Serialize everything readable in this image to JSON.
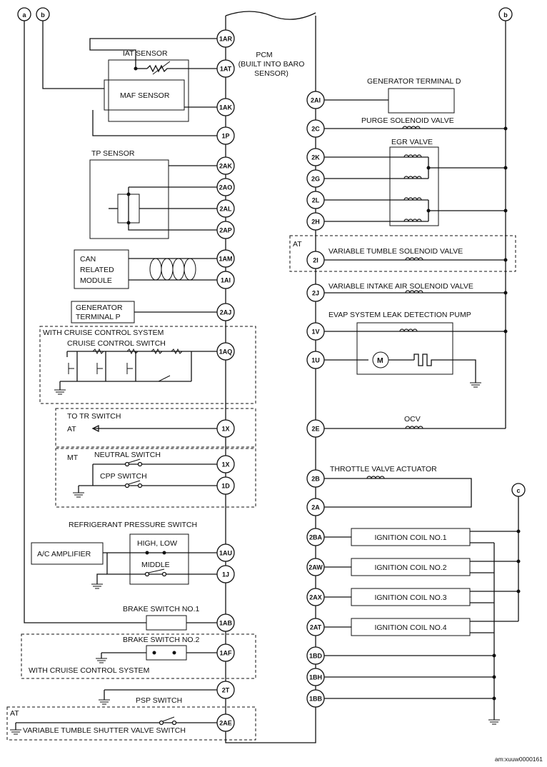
{
  "pcm": {
    "title": "PCM",
    "subtitle_1": "(BUILT INTO BARO",
    "subtitle_2": "SENSOR)"
  },
  "connectors": {
    "a": "a",
    "b": "b",
    "c": "c"
  },
  "left_pins": [
    "1AR",
    "1AT",
    "1AK",
    "1P",
    "2AK",
    "2AO",
    "2AL",
    "2AP",
    "1AM",
    "1AI",
    "2AJ",
    "1AQ",
    "1X",
    "1X",
    "1D",
    "1AU",
    "1J",
    "1AB",
    "1AF",
    "2T",
    "2AE"
  ],
  "right_pins": [
    "2AI",
    "2C",
    "2K",
    "2G",
    "2L",
    "2H",
    "2I",
    "2J",
    "1V",
    "1U",
    "2E",
    "2B",
    "2A",
    "2BA",
    "2AW",
    "2AX",
    "2AT",
    "1BD",
    "1BH",
    "1BB"
  ],
  "left_labels": {
    "iat_sensor": "IAT SENSOR",
    "maf_sensor": "MAF SENSOR",
    "tp_sensor": "TP SENSOR",
    "can_1": "CAN",
    "can_2": "RELATED",
    "can_3": "MODULE",
    "gen_p_1": "GENERATOR",
    "gen_p_2": "TERMINAL P",
    "cruise_system": "WITH CRUISE CONTROL SYSTEM",
    "cruise_switch": "CRUISE CONTROL SWITCH",
    "to_tr_switch": "TO TR SWITCH",
    "at": "AT",
    "mt": "MT",
    "neutral_switch": "NEUTRAL SWITCH",
    "cpp_switch": "CPP SWITCH",
    "refrigerant": "REFRIGERANT PRESSURE SWITCH",
    "high_low": "HIGH, LOW",
    "middle": "MIDDLE",
    "ac_amplifier": "A/C AMPLIFIER",
    "brake_1": "BRAKE SWITCH NO.1",
    "brake_2": "BRAKE SWITCH NO.2",
    "cruise_system_2": "WITH CRUISE CONTROL SYSTEM",
    "psp_switch": "PSP SWITCH",
    "at_2": "AT",
    "vts_switch": "VARIABLE TUMBLE SHUTTER VALVE SWITCH"
  },
  "right_labels": {
    "gen_d": "GENERATOR TERMINAL D",
    "purge": "PURGE SOLENOID VALVE",
    "egr": "EGR VALVE",
    "at": "AT",
    "vts_solenoid": "VARIABLE TUMBLE SOLENOID VALVE",
    "vias": "VARIABLE INTAKE AIR SOLENOID VALVE",
    "evap": "EVAP SYSTEM LEAK DETECTION PUMP",
    "motor": "M",
    "ocv": "OCV",
    "throttle": "THROTTLE VALVE ACTUATOR",
    "coil_1": "IGNITION COIL NO.1",
    "coil_2": "IGNITION COIL NO.2",
    "coil_3": "IGNITION COIL NO.3",
    "coil_4": "IGNITION COIL NO.4"
  },
  "footer_code": "am:xuuw0000161"
}
